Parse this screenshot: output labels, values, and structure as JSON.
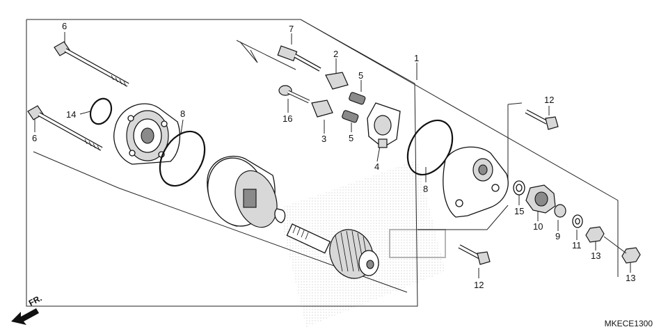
{
  "diagram": {
    "code": "MKECE1300",
    "direction_label": "FR.",
    "callouts": {
      "c1": "1",
      "c2": "2",
      "c3": "3",
      "c4": "4",
      "c5a": "5",
      "c5b": "5",
      "c6a": "6",
      "c6b": "6",
      "c7": "7",
      "c8a": "8",
      "c8b": "8",
      "c9": "9",
      "c10": "10",
      "c11": "11",
      "c12a": "12",
      "c12b": "12",
      "c13a": "13",
      "c13b": "13",
      "c14": "14",
      "c15": "15",
      "c16": "16"
    }
  }
}
